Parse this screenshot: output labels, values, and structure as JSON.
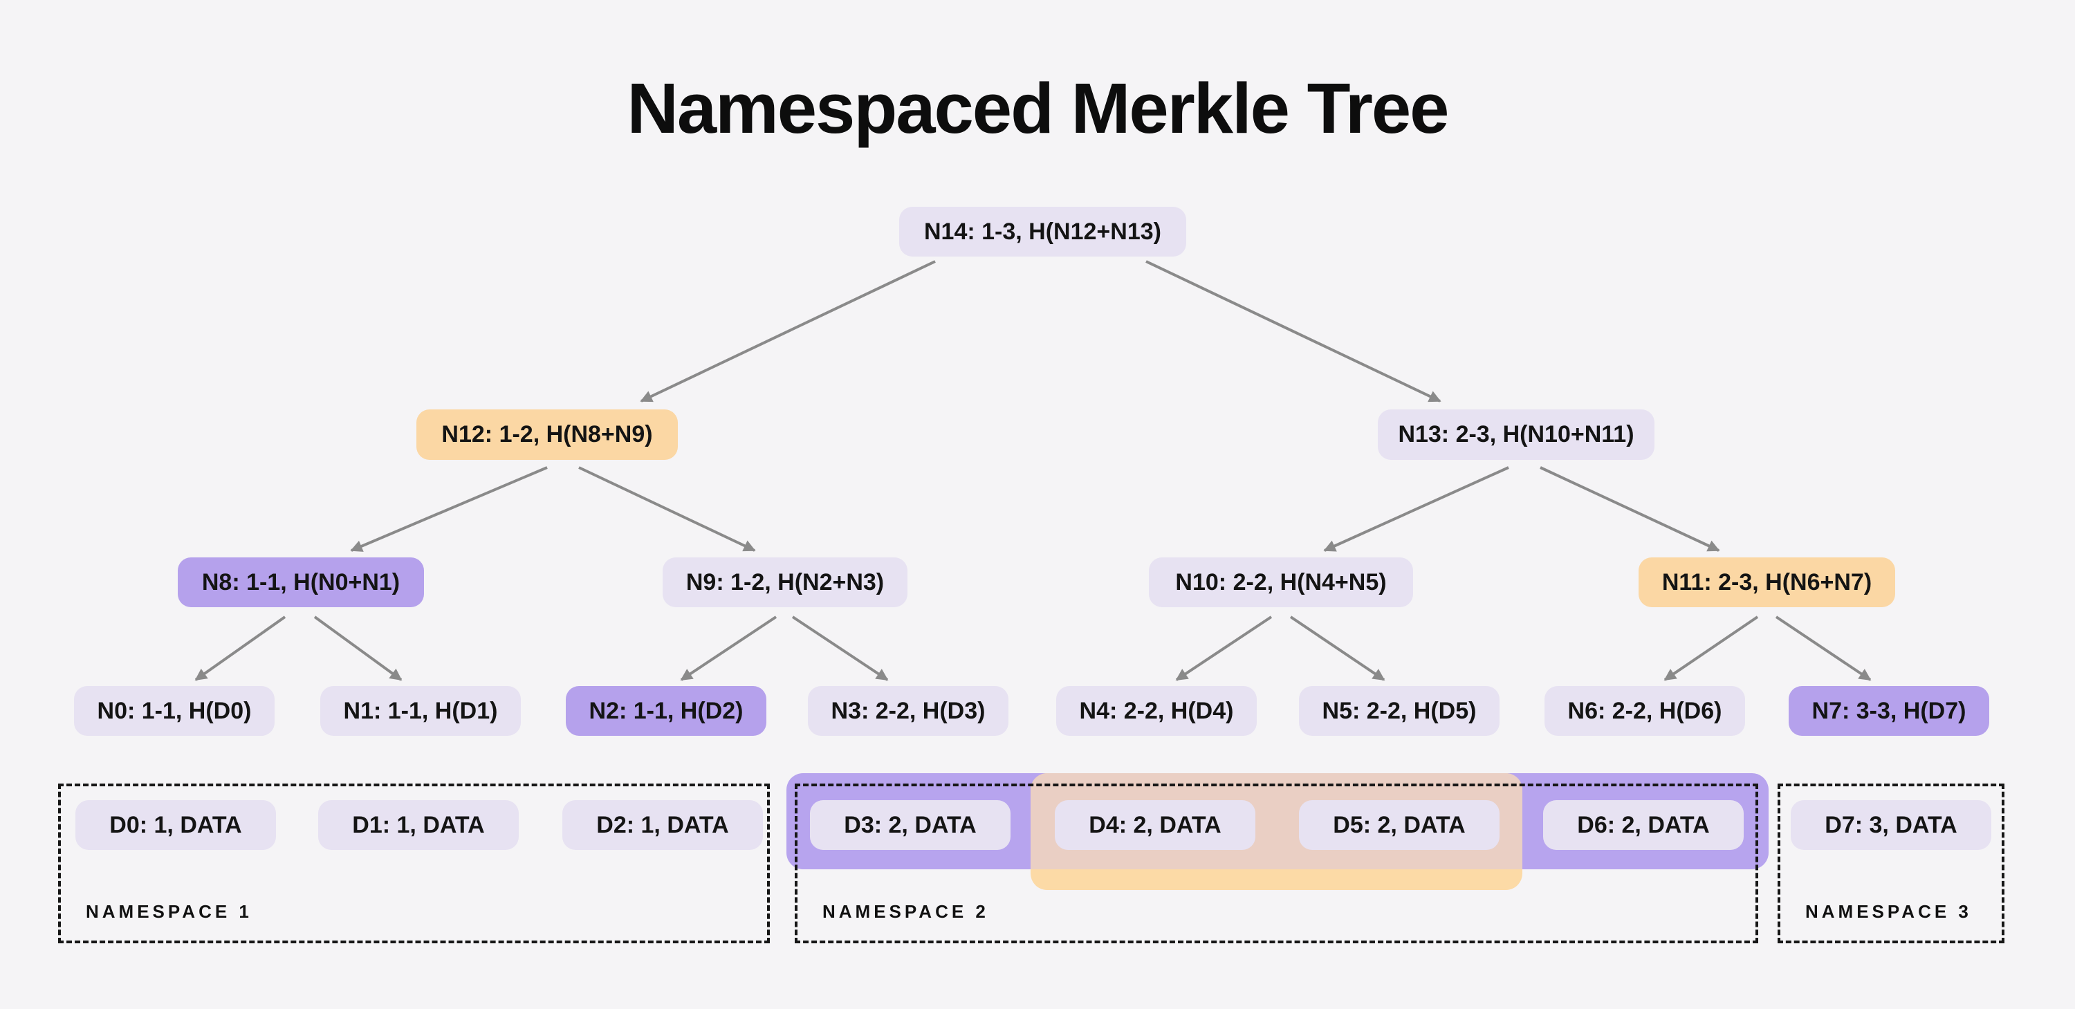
{
  "title": "Namespaced Merkle Tree",
  "palette": {
    "background": "#F5F4F6",
    "node_default": "#E7E2F2",
    "node_highlight_purple": "#B5A1EC",
    "node_highlight_orange": "#FBD7A4",
    "band_purple": "#B7A4EE",
    "band_orange": "#FCDAA6",
    "band_overlap": "#EACFC4",
    "arrow": "#8A8A8A",
    "text": "#141414"
  },
  "tree_nodes": [
    {
      "id": "N14",
      "label": "N14: 1-3, H(N12+N13)",
      "variant": "default"
    },
    {
      "id": "N12",
      "label": "N12: 1-2, H(N8+N9)",
      "variant": "orange"
    },
    {
      "id": "N13",
      "label": "N13: 2-3, H(N10+N11)",
      "variant": "default"
    },
    {
      "id": "N8",
      "label": "N8: 1-1, H(N0+N1)",
      "variant": "purple"
    },
    {
      "id": "N9",
      "label": "N9: 1-2, H(N2+N3)",
      "variant": "default"
    },
    {
      "id": "N10",
      "label": "N10: 2-2, H(N4+N5)",
      "variant": "default"
    },
    {
      "id": "N11",
      "label": "N11: 2-3, H(N6+N7)",
      "variant": "orange"
    },
    {
      "id": "N0",
      "label": "N0: 1-1, H(D0)",
      "variant": "default"
    },
    {
      "id": "N1",
      "label": "N1: 1-1, H(D1)",
      "variant": "default"
    },
    {
      "id": "N2",
      "label": "N2: 1-1, H(D2)",
      "variant": "purple"
    },
    {
      "id": "N3",
      "label": "N3: 2-2, H(D3)",
      "variant": "default"
    },
    {
      "id": "N4",
      "label": "N4: 2-2, H(D4)",
      "variant": "default"
    },
    {
      "id": "N5",
      "label": "N5: 2-2, H(D5)",
      "variant": "default"
    },
    {
      "id": "N6",
      "label": "N6: 2-2, H(D6)",
      "variant": "default"
    },
    {
      "id": "N7",
      "label": "N7: 3-3, H(D7)",
      "variant": "purple"
    }
  ],
  "data_items": [
    {
      "id": "D0",
      "label": "D0: 1, DATA"
    },
    {
      "id": "D1",
      "label": "D1: 1, DATA"
    },
    {
      "id": "D2",
      "label": "D2: 1, DATA"
    },
    {
      "id": "D3",
      "label": "D3: 2, DATA"
    },
    {
      "id": "D4",
      "label": "D4: 2, DATA"
    },
    {
      "id": "D5",
      "label": "D5: 2, DATA"
    },
    {
      "id": "D6",
      "label": "D6: 2, DATA"
    },
    {
      "id": "D7",
      "label": "D7: 3, DATA"
    }
  ],
  "namespaces": [
    {
      "label": "NAMESPACE 1"
    },
    {
      "label": "NAMESPACE 2"
    },
    {
      "label": "NAMESPACE 3"
    }
  ]
}
